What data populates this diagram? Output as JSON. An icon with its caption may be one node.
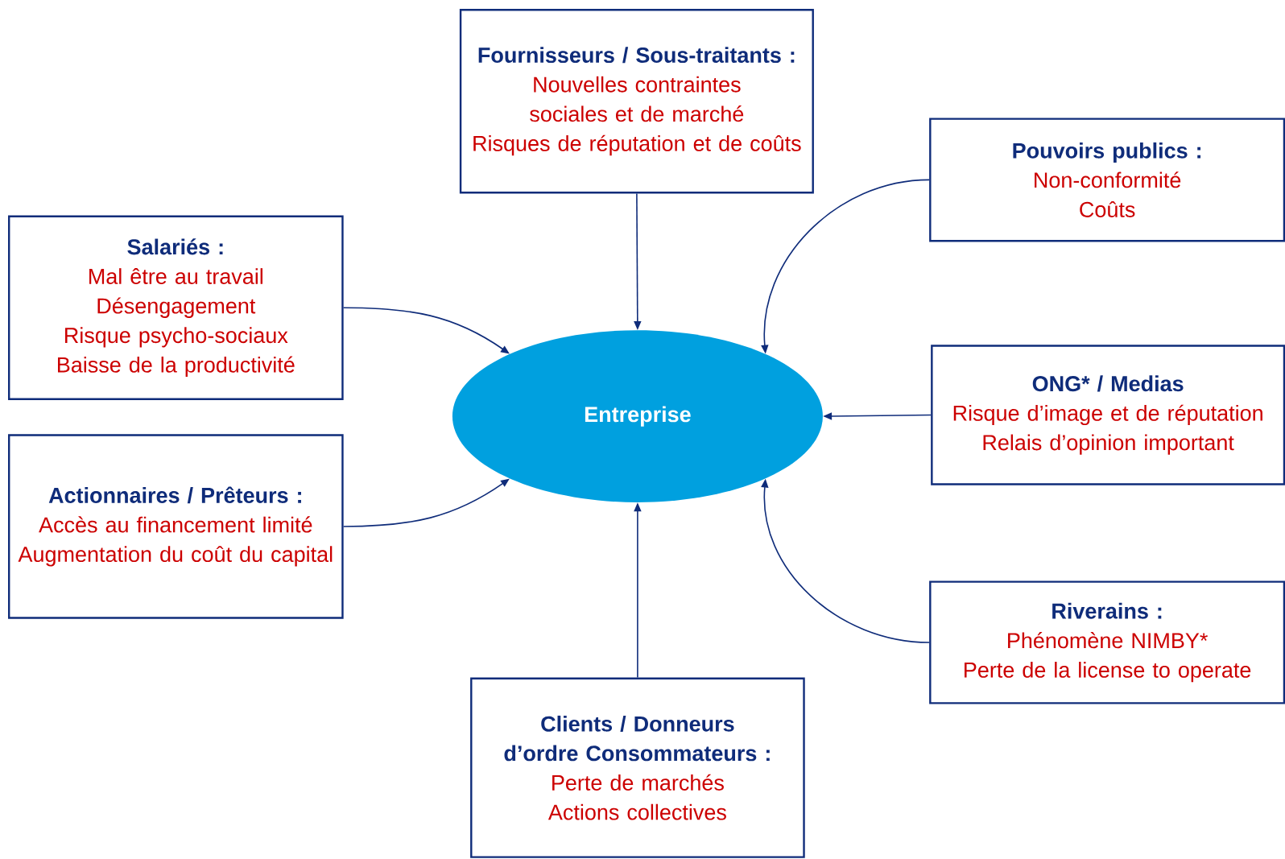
{
  "diagram": {
    "nodes": [
      {
        "text": [
          "Fournisseurs / Sous-traitants :",
          "Nouvelles contraintes sociales et de marché",
          "Risques de réputation et de coûts"
        ]
      },
      {
        "text": [
          "Pouvoirs publics :",
          "Non-conformité",
          "Coûts"
        ]
      },
      {
        "text": [
          "Salariés :",
          "Mal être au travail",
          "Désengagement",
          "Risque psycho-sociaux",
          "Baisse de la productivité"
        ]
      },
      {
        "text": [
          "Entreprise"
        ]
      },
      {
        "text": [
          "ONG* / Medias",
          "Risque d’image et de réputation",
          "Relais d’opinion important"
        ]
      },
      {
        "text": [
          "Actionnaires / Prêteurs :",
          "Accès au financement limité",
          "Augmentation du coût du capital"
        ]
      },
      {
        "text": [
          "Riverains :",
          "Phénomène NIMBY*",
          "Perte de la license to operate"
        ]
      },
      {
        "text": [
          "Clients / Donneurs d’ordre Consommateurs :",
          "Perte de marchés",
          "Actions collectives"
        ]
      }
    ],
    "edges": [
      {
        "from": 0,
        "to": 3,
        "arrow": "to"
      },
      {
        "from": 1,
        "to": 3,
        "arrow": "to"
      },
      {
        "from": 2,
        "to": 3,
        "arrow": "to"
      },
      {
        "from": 4,
        "to": 3,
        "arrow": "to"
      },
      {
        "from": 5,
        "to": 3,
        "arrow": "to"
      },
      {
        "from": 6,
        "to": 3,
        "arrow": "to"
      },
      {
        "from": 7,
        "to": 3,
        "arrow": "to"
      }
    ]
  }
}
